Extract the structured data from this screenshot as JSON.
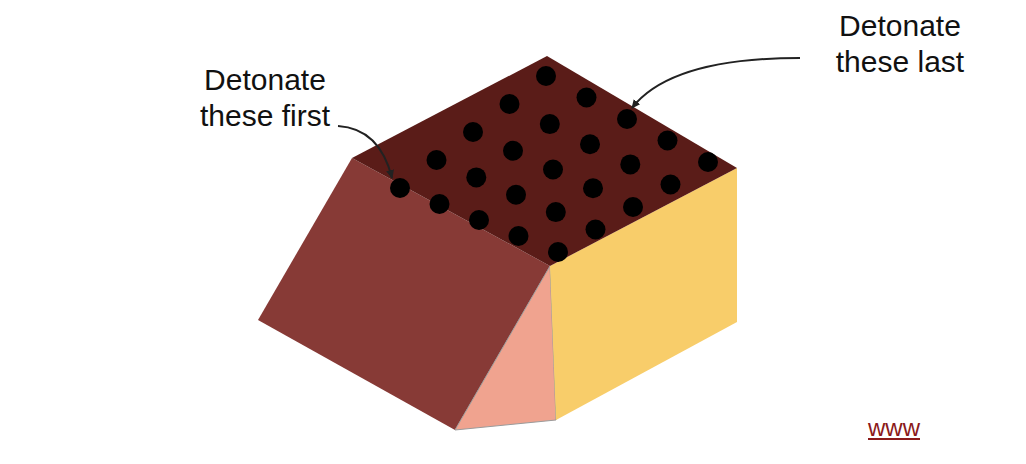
{
  "diagram": {
    "labels": [
      "Detonate these first",
      "Detonate these last",
      "www"
    ]
  }
}
